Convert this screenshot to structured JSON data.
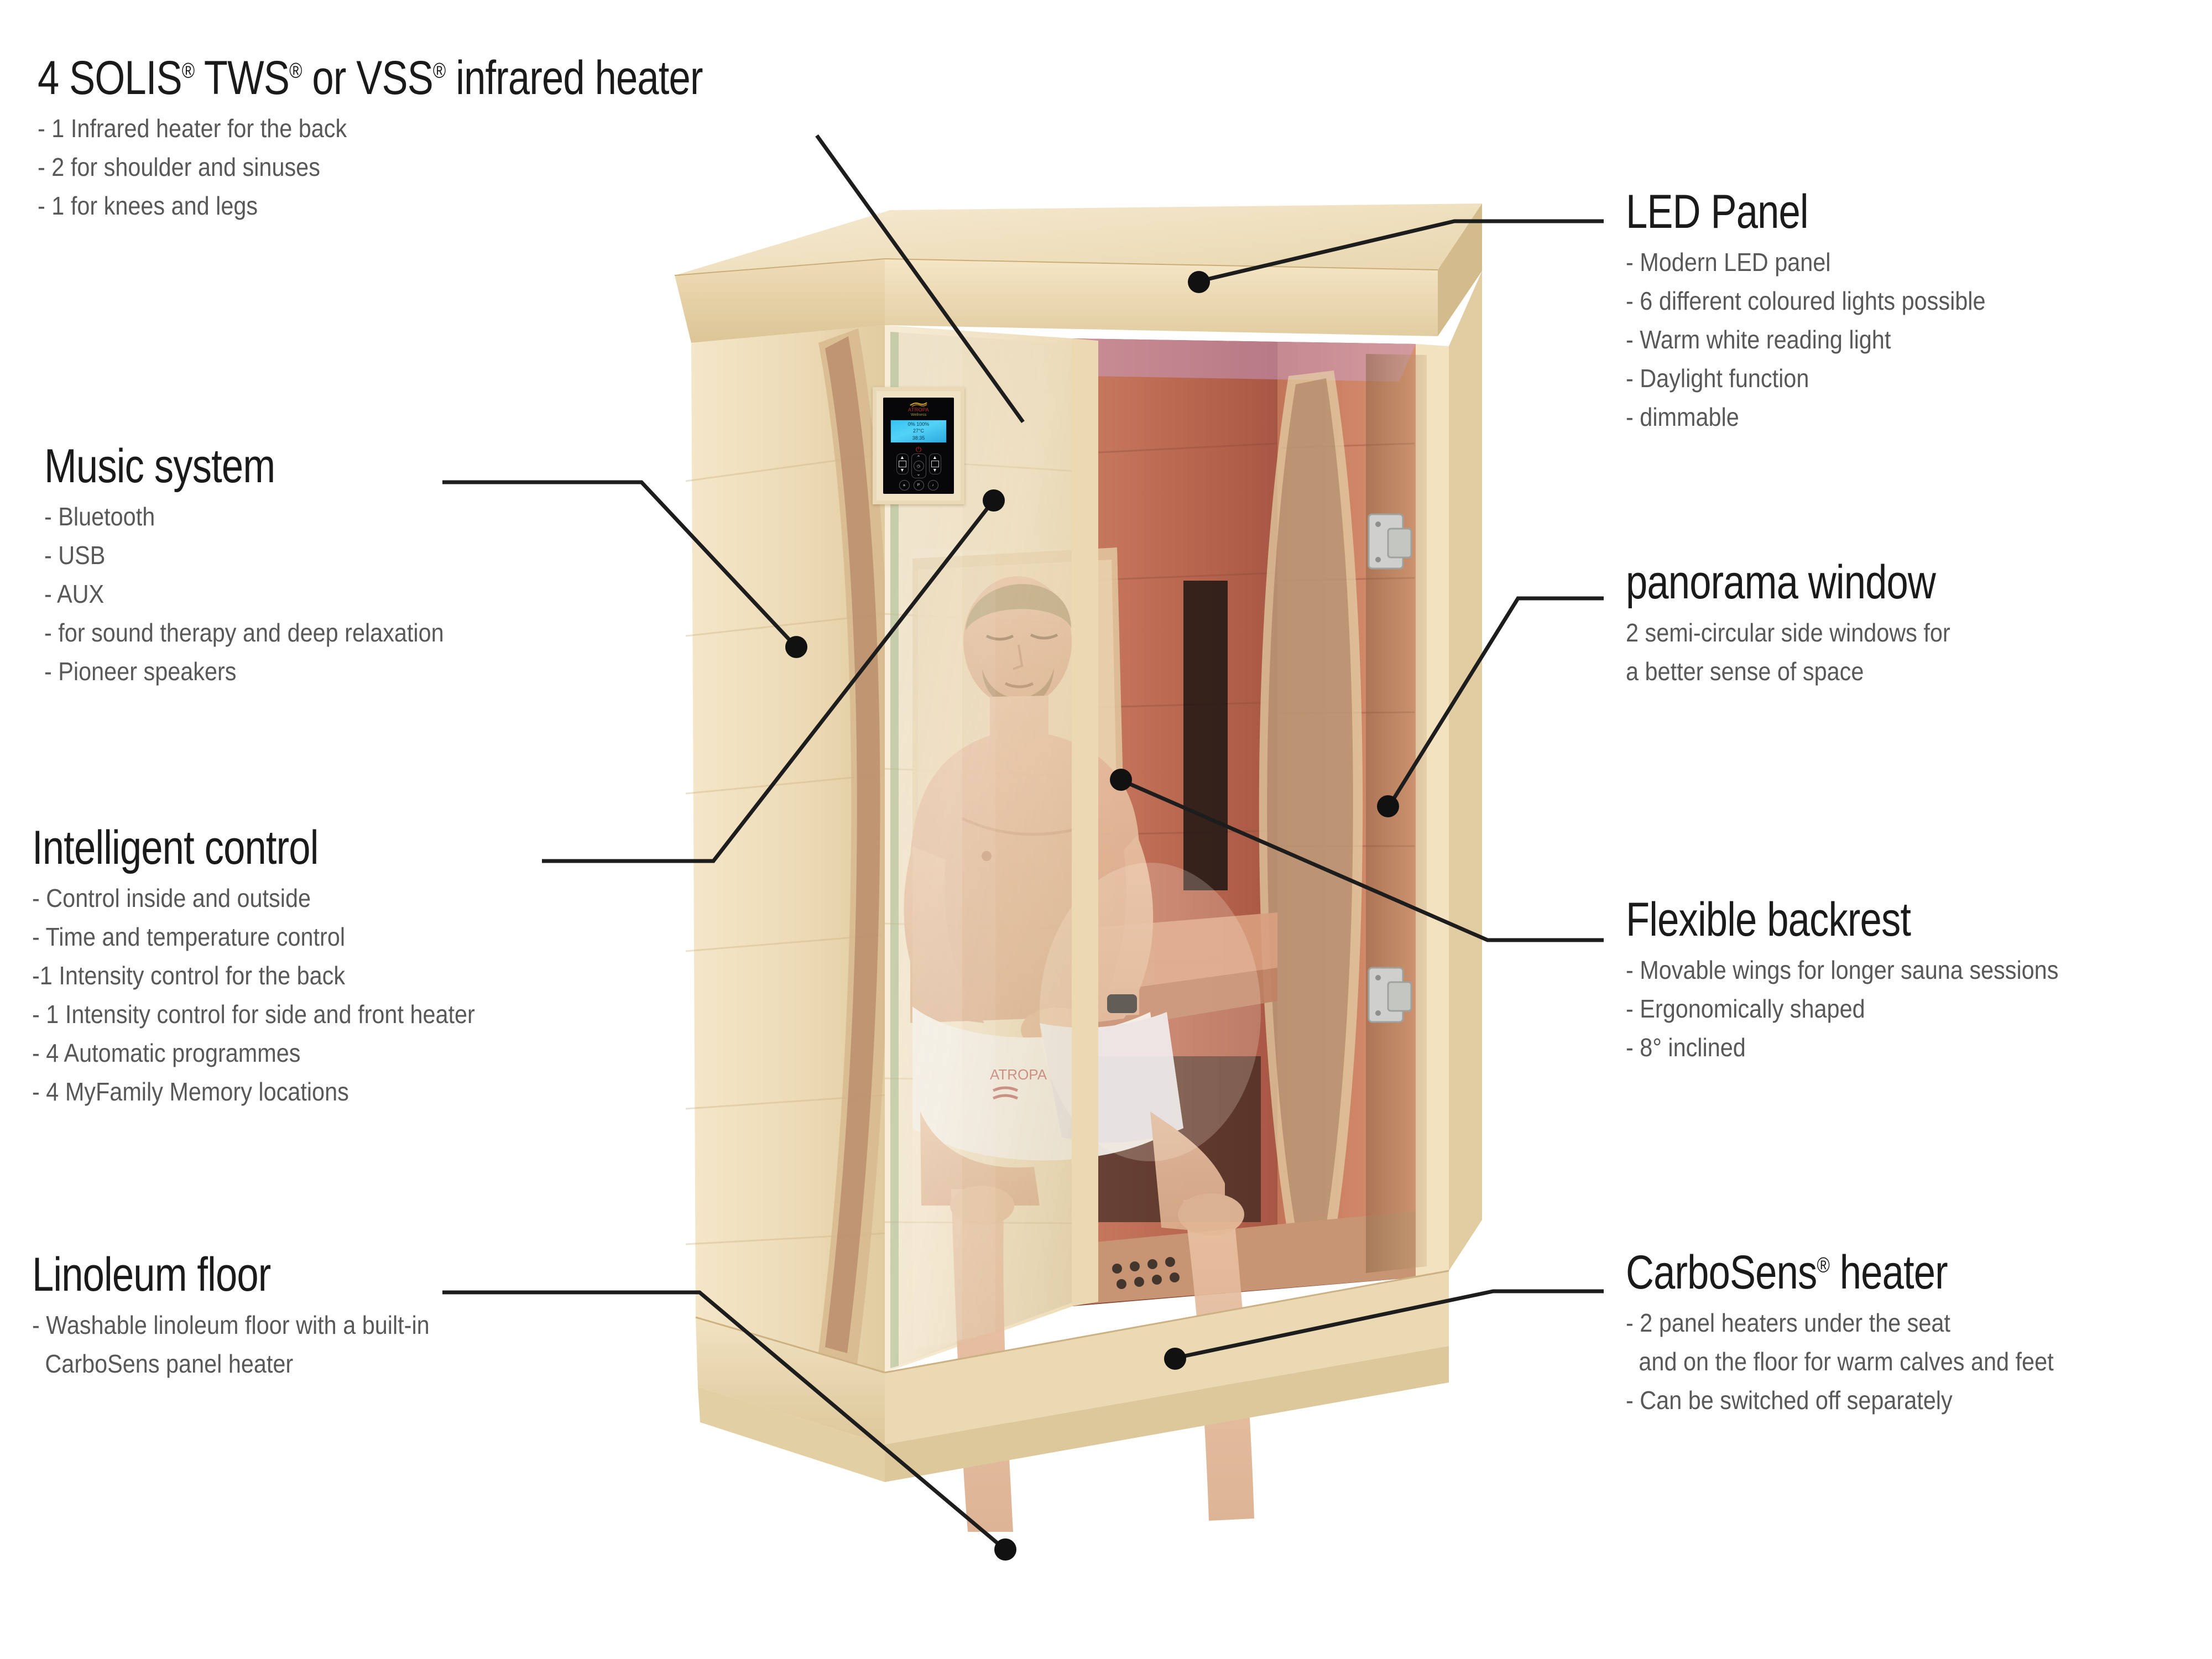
{
  "product": {
    "brand": "ATROPA",
    "brand_sub": "Wellness",
    "control_display": {
      "row1": "0%   100%",
      "row2": "27°C",
      "row3": "38:35"
    }
  },
  "callouts": [
    {
      "id": "infrared-heater",
      "title": "4 SOLIS® TWS® or VSS® infrared heater",
      "title_plain": "4 SOLIS TWS or VSS infrared heater",
      "items": [
        "- 1 Infrared heater for the back",
        "- 2 for shoulder and sinuses",
        "- 1 for knees and legs"
      ]
    },
    {
      "id": "music-system",
      "title": "Music system",
      "items": [
        "- Bluetooth",
        "- USB",
        "- AUX",
        "- for sound therapy and deep relaxation",
        "- Pioneer speakers"
      ]
    },
    {
      "id": "intelligent-control",
      "title": "Intelligent control",
      "items": [
        "- Control inside and outside",
        "- Time and temperature control",
        "-1 Intensity control for the back",
        "- 1 Intensity control for side and front heater",
        "- 4 Automatic programmes",
        "- 4 MyFamily Memory locations"
      ]
    },
    {
      "id": "linoleum-floor",
      "title": "Linoleum floor",
      "items": [
        "- Washable linoleum floor with a built-in",
        "CarboSens panel heater"
      ]
    },
    {
      "id": "led-panel",
      "title": "LED Panel",
      "items": [
        "- Modern LED panel",
        "- 6 different coloured lights possible",
        "- Warm white reading light",
        "- Daylight function",
        "- dimmable"
      ]
    },
    {
      "id": "panorama-window",
      "title": "panorama window",
      "items": [
        "2 semi-circular side windows for",
        "a better sense of space"
      ]
    },
    {
      "id": "flexible-backrest",
      "title": "Flexible backrest",
      "items": [
        "- Movable wings for longer sauna sessions",
        "- Ergonomically shaped",
        "- 8° inclined"
      ]
    },
    {
      "id": "carbosens-heater",
      "title": "CarboSens® heater",
      "title_plain": "CarboSens heater",
      "items": [
        "- 2 panel heaters under the seat",
        "and on the floor for warm calves and feet",
        "- Can be switched off separately"
      ]
    }
  ],
  "colors": {
    "heading": "#1a1a1a",
    "body_text": "#585858",
    "leader_line": "#1d1d1d",
    "wood_light": "#f2e3c2",
    "wood_mid": "#e7d2a6",
    "wood_dark": "#d8bf8d",
    "interior_red": "#b4604f",
    "glass": "#d9c9a8"
  }
}
